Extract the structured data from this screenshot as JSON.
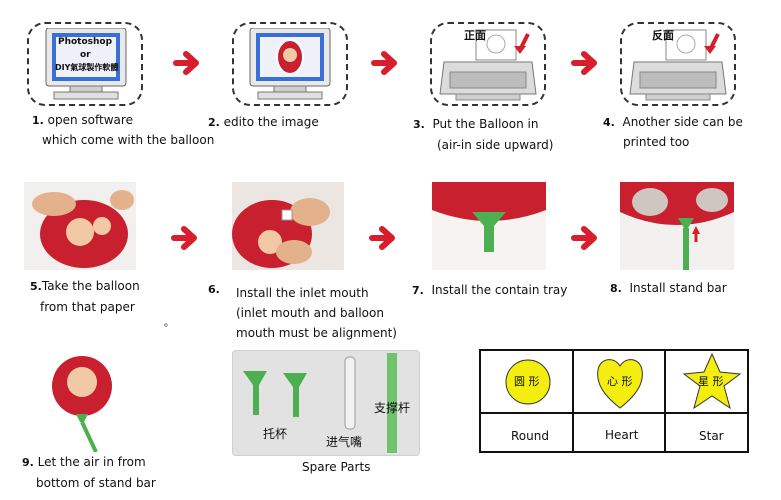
{
  "colors": {
    "arrow": "#d81e2c",
    "balloon": "#c8202e",
    "stand": "#4caf50",
    "shape_fill": "#f3ee10",
    "monitor_screen": "#3a6fd8"
  },
  "steps": [
    {
      "num": "1.",
      "lines": [
        "open software",
        "which come with the balloon"
      ]
    },
    {
      "num": "2.",
      "lines": [
        "edito the image"
      ]
    },
    {
      "num": "3.",
      "lines": [
        "Put the Balloon in",
        "(air-in side upward)"
      ]
    },
    {
      "num": "4.",
      "lines": [
        "Another side can be",
        "printed too"
      ]
    },
    {
      "num": "5.",
      "lines": [
        "Take the balloon",
        "from that paper"
      ]
    },
    {
      "num": "6.",
      "lines": [
        "Install the inlet mouth",
        "(inlet mouth and balloon",
        "mouth must be alignment)"
      ]
    },
    {
      "num": "7.",
      "lines": [
        "Install the contain tray"
      ]
    },
    {
      "num": "8.",
      "lines": [
        "Install stand bar"
      ]
    },
    {
      "num": "9.",
      "lines": [
        "Let the air in from",
        "bottom of stand bar"
      ]
    }
  ],
  "monitor1": {
    "line1": "Photoshop",
    "line2": "or",
    "line3": "DIY氣球製作軟體"
  },
  "printer_labels": {
    "front": "正面",
    "back": "反面"
  },
  "spare_parts": {
    "caption": "Spare Parts",
    "tray_label": "托杯",
    "inlet_label": "进气嘴",
    "bar_label": "支撑杆"
  },
  "shapes": [
    {
      "icon_text": "圆 形",
      "name": "Round"
    },
    {
      "icon_text": "心 形",
      "name": "Heart"
    },
    {
      "icon_text": "星 形",
      "name": "Star"
    }
  ],
  "small_mark": "。"
}
